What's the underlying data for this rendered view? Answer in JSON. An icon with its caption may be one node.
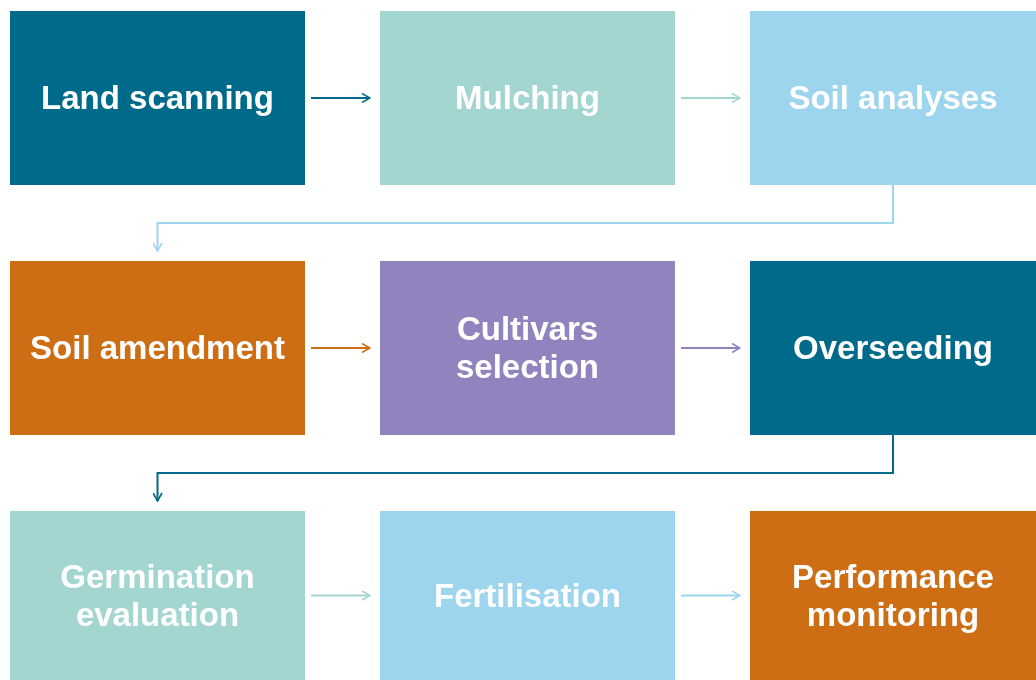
{
  "diagram": {
    "nodes": [
      {
        "text": [
          "Land scanning"
        ]
      },
      {
        "text": [
          "Mulching"
        ]
      },
      {
        "text": [
          "Soil analyses"
        ]
      },
      {
        "text": [
          "Soil amendment"
        ]
      },
      {
        "text": [
          "Cultivars selection"
        ]
      },
      {
        "text": [
          "Overseeding"
        ]
      },
      {
        "text": [
          "Germination evaluation"
        ]
      },
      {
        "text": [
          "Fertilisation"
        ]
      },
      {
        "text": [
          "Performance monitoring"
        ]
      }
    ],
    "edges": [
      {
        "from": 0,
        "to": 1,
        "arrow": "to",
        "color": "#006a8a"
      },
      {
        "from": 1,
        "to": 2,
        "arrow": "to",
        "color": "#a3d5d1"
      },
      {
        "from": 2,
        "to": 3,
        "arrow": "to",
        "color": "#9dd4ee"
      },
      {
        "from": 3,
        "to": 4,
        "arrow": "to",
        "color": "#cd6e15"
      },
      {
        "from": 4,
        "to": 5,
        "arrow": "to",
        "color": "#9183bd"
      },
      {
        "from": 5,
        "to": 6,
        "arrow": "to",
        "color": "#006a8a"
      },
      {
        "from": 6,
        "to": 7,
        "arrow": "to",
        "color": "#a3d5d1"
      },
      {
        "from": 7,
        "to": 8,
        "arrow": "to",
        "color": "#9dd4ee"
      }
    ]
  }
}
